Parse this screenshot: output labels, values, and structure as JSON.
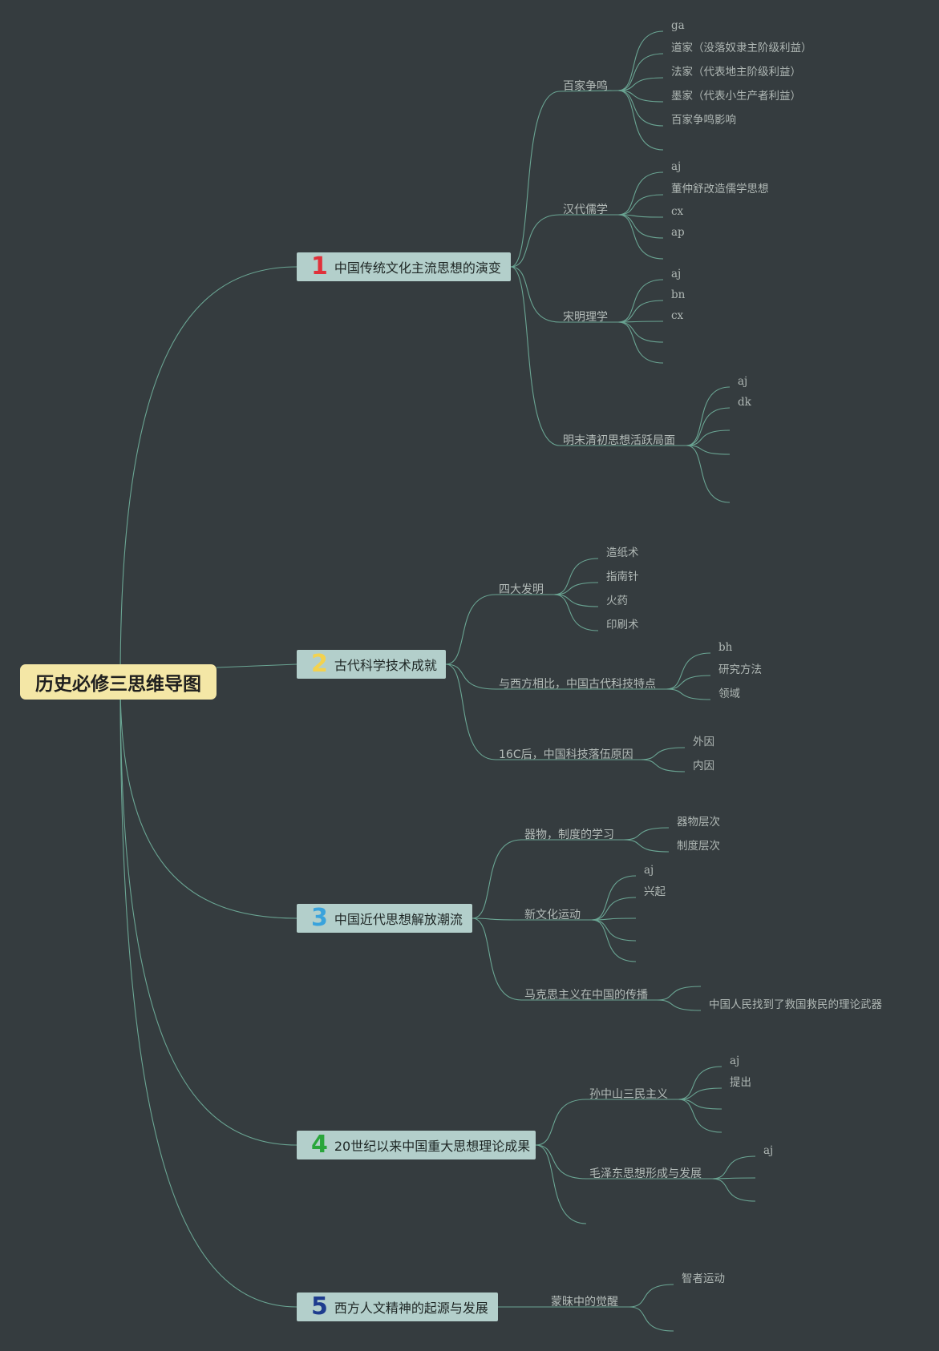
{
  "colors": {
    "background": "#353c3f",
    "connector": "#6aa593",
    "root_fill": "#f4e7a6",
    "branch_fill": "#b3cfcb",
    "num_red": "#e0303a",
    "num_yellow": "#f3d24f",
    "num_blue": "#3aa3dc",
    "num_green": "#2aa63c",
    "num_navy": "#1e3c8e"
  },
  "root": {
    "title": "历史必修三思维导图"
  },
  "branches": [
    {
      "num": "1",
      "title": "中国传统文化主流思想的演变",
      "children": [
        {
          "label": "百家争鸣",
          "leaves": [
            "ga",
            "道家（没落奴隶主阶级利益）",
            "法家（代表地主阶级利益）",
            "墨家（代表小生产者利益）",
            "百家争鸣影响",
            ""
          ]
        },
        {
          "label": "汉代儒学",
          "leaves": [
            "aj",
            "董仲舒改造儒学思想",
            "cx",
            "ap",
            ""
          ]
        },
        {
          "label": "宋明理学",
          "leaves": [
            "aj",
            "bn",
            "cx",
            "",
            ""
          ]
        },
        {
          "label": "明末清初思想活跃局面",
          "leaves": [
            "aj",
            "dk",
            "",
            "",
            ""
          ]
        }
      ]
    },
    {
      "num": "2",
      "title": "古代科学技术成就",
      "children": [
        {
          "label": "四大发明",
          "leaves": [
            "造纸术",
            "指南针",
            "火药",
            "印刷术"
          ]
        },
        {
          "label": "与西方相比，中国古代科技特点",
          "leaves": [
            "bh",
            "研究方法",
            "领域"
          ]
        },
        {
          "label": "16C后，中国科技落伍原因",
          "leaves": [
            "外因",
            "内因"
          ]
        }
      ]
    },
    {
      "num": "3",
      "title": "中国近代思想解放潮流",
      "children": [
        {
          "label": "器物，制度的学习",
          "leaves": [
            "器物层次",
            "制度层次"
          ]
        },
        {
          "label": "新文化运动",
          "leaves": [
            "aj",
            "兴起",
            "",
            "",
            ""
          ]
        },
        {
          "label": "马克思主义在中国的传播",
          "leaves": [
            "",
            "中国人民找到了救国救民的理论武器"
          ]
        }
      ]
    },
    {
      "num": "4",
      "title": "20世纪以来中国重大思想理论成果",
      "children": [
        {
          "label": "孙中山三民主义",
          "leaves": [
            "aj",
            "提出",
            "",
            ""
          ]
        },
        {
          "label": "毛泽东思想形成与发展",
          "leaves": [
            "aj",
            "",
            ""
          ]
        },
        {
          "label": "",
          "leaves": []
        }
      ]
    },
    {
      "num": "5",
      "title": "西方人文精神的起源与发展",
      "children": [
        {
          "label": "蒙昧中的觉醒",
          "leaves": [
            "智者运动",
            ""
          ]
        }
      ]
    }
  ]
}
